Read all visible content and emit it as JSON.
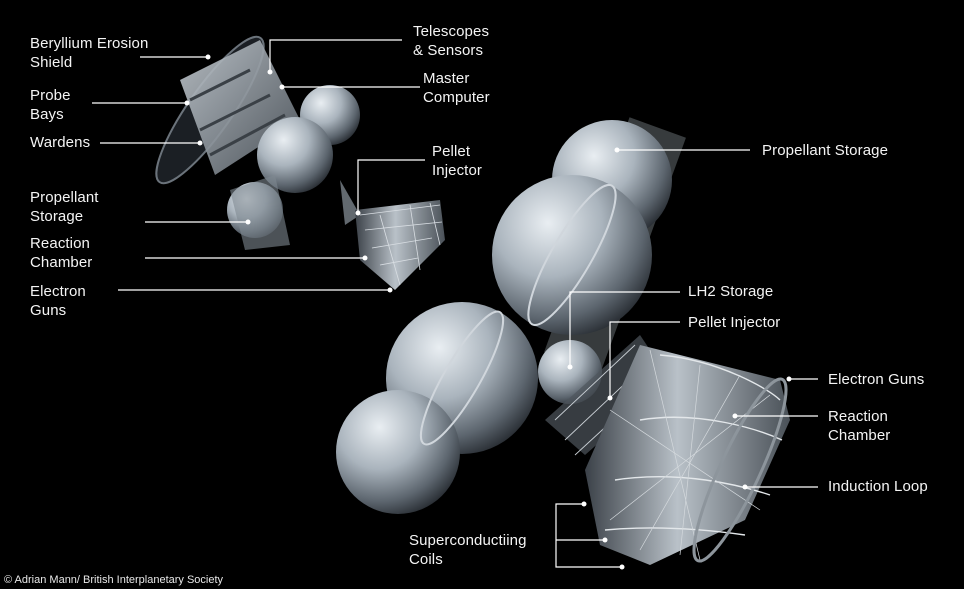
{
  "labels": {
    "beryllium_shield": "Beryllium Erosion\nShield",
    "telescopes_sensors": "Telescopes\n& Sensors",
    "probe_bays": "Probe\nBays",
    "master_computer": "Master\nComputer",
    "wardens": "Wardens",
    "pellet_injector_small": "Pellet\nInjector",
    "propellant_storage_small": "Propellant\nStorage",
    "reaction_chamber_small": "Reaction\nChamber",
    "electron_guns_small": "Electron\nGuns",
    "propellant_storage_large": "Propellant Storage",
    "lh2_storage": "LH2 Storage",
    "pellet_injector_large": "Pellet Injector",
    "electron_guns_large": "Electron Guns",
    "reaction_chamber_large": "Reaction\nChamber",
    "induction_loop": "Induction Loop",
    "superconducting_coils": "Superconductiing\nCoils"
  },
  "credit": "© Adrian Mann/ British Interplanetary Society",
  "colors": {
    "background": "#000000",
    "text": "#f4f4f4",
    "metal": "#9aa4ad"
  }
}
